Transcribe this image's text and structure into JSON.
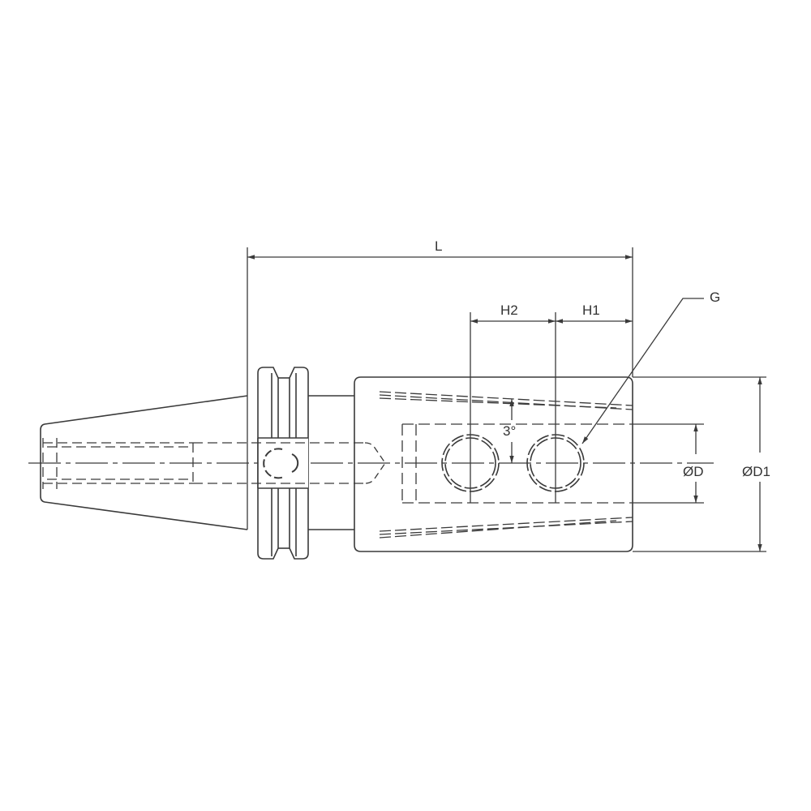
{
  "drawing": {
    "type": "technical-drawing",
    "subject": "BT tool holder side-lock end mill adapter",
    "line_color": "#3a3a3a",
    "background": "#ffffff"
  },
  "dimensions": {
    "overall_length": "L",
    "hole_spacing_rear": "H2",
    "hole_spacing_front": "H1",
    "set_screw": "G",
    "bore_diameter": "ØD",
    "body_diameter": "ØD1",
    "angle": "3°"
  }
}
